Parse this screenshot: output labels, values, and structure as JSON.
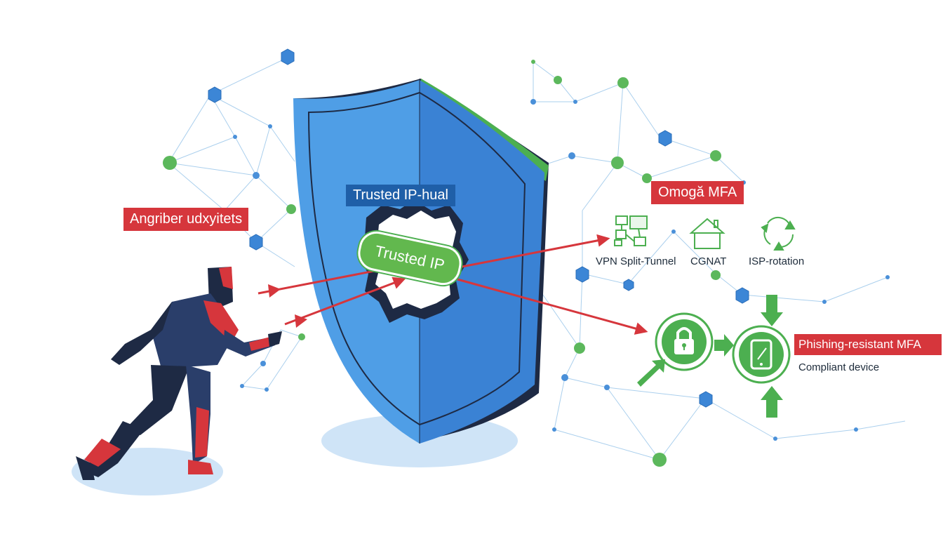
{
  "labels": {
    "attacker": "Angriber udxyitets",
    "shield_banner": "Trusted IP-hual",
    "trusted_ip": "Trusted IP",
    "mfa_header": "Omogă MFA",
    "phishing_mfa": "Phishing-resistant MFA",
    "compliant_device": "Compliant device"
  },
  "bypass_methods": [
    {
      "label": "VPN Split-Tunnel",
      "icon": "network-icon"
    },
    {
      "label": "CGNAT",
      "icon": "house-icon"
    },
    {
      "label": "ISP-rotation",
      "icon": "recycle-icon"
    }
  ],
  "icons": [
    "lock-icon",
    "phone-icon"
  ],
  "colors": {
    "shield_blue": "#3f8fdc",
    "shield_dark": "#1e2a44",
    "shield_green": "#4caf50",
    "attack_red": "#d6363c",
    "node_blue": "#4a90d9",
    "node_green": "#5cb85c",
    "label_blue": "#1f5fa8"
  }
}
